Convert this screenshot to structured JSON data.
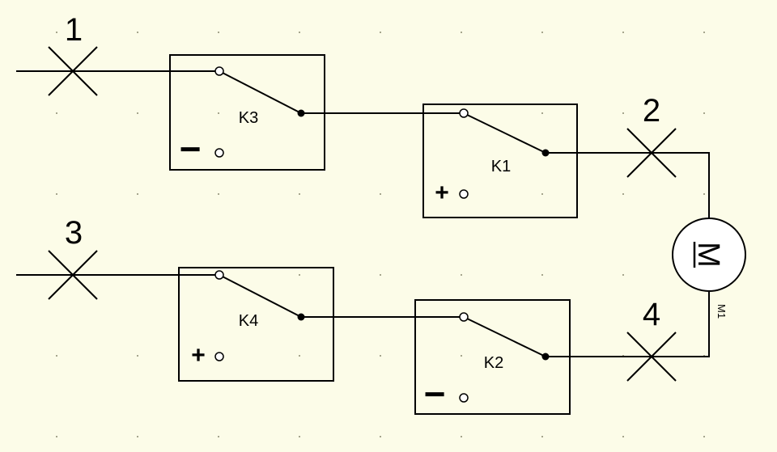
{
  "colors": {
    "background": "#fcfce8",
    "ink": "#000000",
    "grid": "#8a8a70"
  },
  "terminals": [
    {
      "id": "t1",
      "label": "1"
    },
    {
      "id": "t2",
      "label": "2"
    },
    {
      "id": "t3",
      "label": "3"
    },
    {
      "id": "t4",
      "label": "4"
    }
  ],
  "relays": [
    {
      "id": "k3",
      "label": "K3",
      "polarity": "−"
    },
    {
      "id": "k1",
      "label": "K1",
      "polarity": "+"
    },
    {
      "id": "k4",
      "label": "K4",
      "polarity": "+"
    },
    {
      "id": "k2",
      "label": "K2",
      "polarity": "−"
    }
  ],
  "motor": {
    "symbol": "M",
    "designator": "M1"
  }
}
